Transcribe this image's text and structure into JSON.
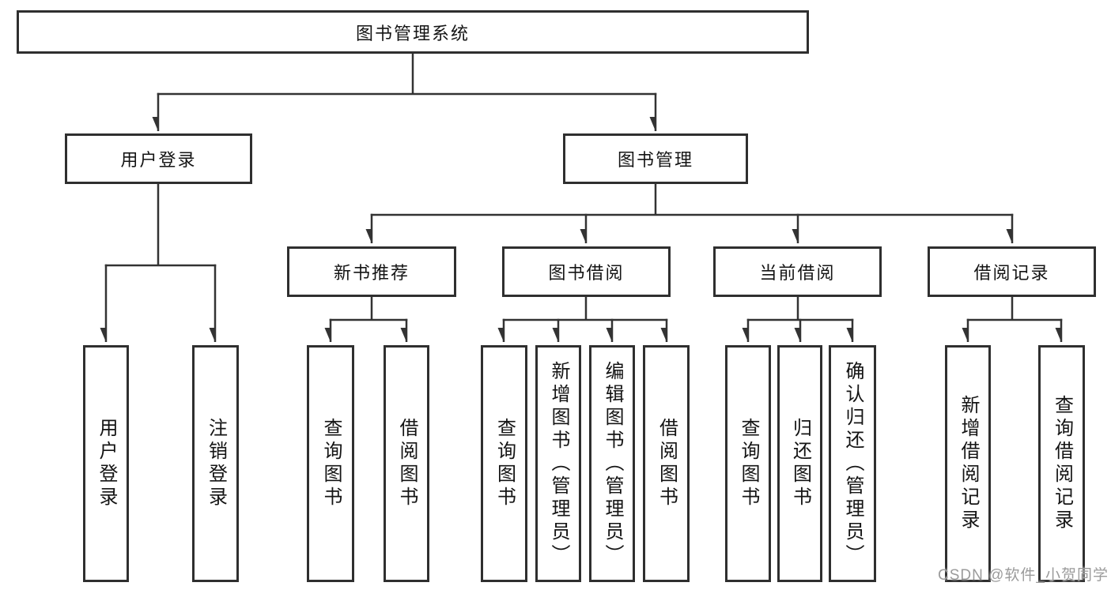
{
  "diagram": {
    "tree": {
      "root": {
        "label": "图书管理系统",
        "children": [
          {
            "label": "用户登录",
            "children": [
              {
                "label": "用户登录"
              },
              {
                "label": "注销登录"
              }
            ]
          },
          {
            "label": "图书管理",
            "children": [
              {
                "label": "新书推荐",
                "children": [
                  {
                    "label": "查询图书"
                  },
                  {
                    "label": "借阅图书"
                  }
                ]
              },
              {
                "label": "图书借阅",
                "children": [
                  {
                    "label": "查询图书"
                  },
                  {
                    "label": "新增图书（管理员）"
                  },
                  {
                    "label": "编辑图书（管理员）"
                  },
                  {
                    "label": "借阅图书"
                  }
                ]
              },
              {
                "label": "当前借阅",
                "children": [
                  {
                    "label": "查询图书"
                  },
                  {
                    "label": "归还图书"
                  },
                  {
                    "label": "确认归还（管理员）"
                  }
                ]
              },
              {
                "label": "借阅记录",
                "children": [
                  {
                    "label": "新增借阅记录"
                  },
                  {
                    "label": "查询借阅记录"
                  }
                ]
              }
            ]
          }
        ]
      }
    },
    "colors": {
      "line": "#333333",
      "box_border": "#2f2f2f",
      "text": "#141414",
      "watermark": "#9b9b9b",
      "background": "#ffffff"
    }
  },
  "watermark": {
    "text": "CSDN @软件_小贺同学"
  }
}
